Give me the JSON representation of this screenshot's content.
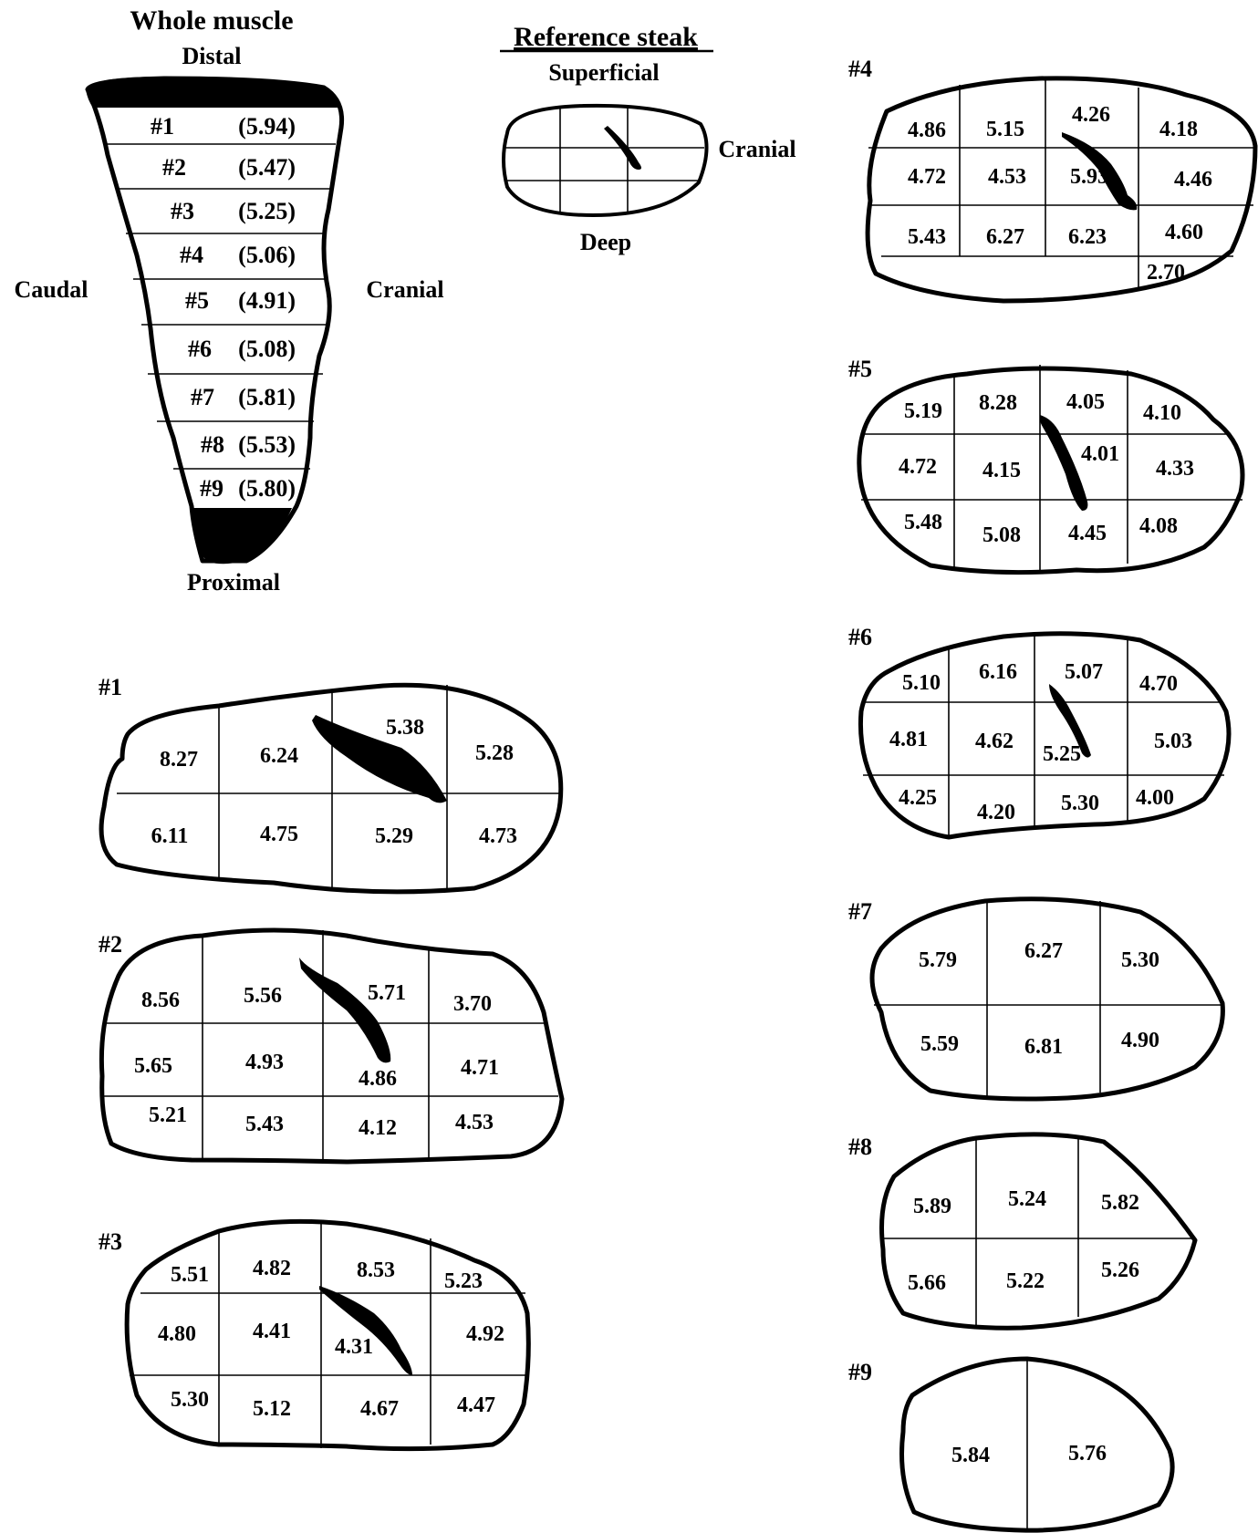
{
  "whole_muscle": {
    "title": "Whole muscle",
    "distal": "Distal",
    "proximal": "Proximal",
    "caudal": "Caudal",
    "cranial": "Cranial",
    "sections": [
      {
        "id": "#1",
        "value": "(5.94)"
      },
      {
        "id": "#2",
        "value": "(5.47)"
      },
      {
        "id": "#3",
        "value": "(5.25)"
      },
      {
        "id": "#4",
        "value": "(5.06)"
      },
      {
        "id": "#5",
        "value": "(4.91)"
      },
      {
        "id": "#6",
        "value": "(5.08)"
      },
      {
        "id": "#7",
        "value": "(5.81)"
      },
      {
        "id": "#8",
        "value": "(5.53)"
      },
      {
        "id": "#9",
        "value": "(5.80)"
      }
    ]
  },
  "reference_steak": {
    "title": "Reference steak",
    "superficial": "Superficial",
    "deep": "Deep",
    "cranial": "Cranial"
  },
  "steaks": [
    {
      "id": "#1",
      "values": [
        "8.27",
        "6.24",
        "5.38",
        "5.28",
        "6.11",
        "4.75",
        "5.29",
        "4.73"
      ]
    },
    {
      "id": "#2",
      "values": [
        "8.56",
        "5.56",
        "5.71",
        "3.70",
        "5.65",
        "4.93",
        "4.86",
        "4.71",
        "5.21",
        "5.43",
        "4.12",
        "4.53"
      ]
    },
    {
      "id": "#3",
      "values": [
        "5.51",
        "4.82",
        "8.53",
        "5.23",
        "4.80",
        "4.41",
        "4.31",
        "4.92",
        "5.30",
        "5.12",
        "4.67",
        "4.47"
      ]
    },
    {
      "id": "#4",
      "values": [
        "4.86",
        "5.15",
        "4.26",
        "4.18",
        "4.72",
        "4.53",
        "5.93",
        "4.46",
        "5.43",
        "6.27",
        "6.23",
        "4.60",
        "2.70"
      ]
    },
    {
      "id": "#5",
      "values": [
        "5.19",
        "8.28",
        "4.05",
        "4.10",
        "4.72",
        "4.15",
        "4.01",
        "4.33",
        "5.48",
        "5.08",
        "4.45",
        "4.08"
      ]
    },
    {
      "id": "#6",
      "values": [
        "5.10",
        "6.16",
        "5.07",
        "4.70",
        "4.81",
        "4.62",
        "5.25",
        "5.03",
        "4.25",
        "4.20",
        "5.30",
        "4.00"
      ]
    },
    {
      "id": "#7",
      "values": [
        "5.79",
        "6.27",
        "5.30",
        "5.59",
        "6.81",
        "4.90"
      ]
    },
    {
      "id": "#8",
      "values": [
        "5.89",
        "5.24",
        "5.82",
        "5.66",
        "5.22",
        "5.26"
      ]
    },
    {
      "id": "#9",
      "values": [
        "5.84",
        "5.76"
      ]
    }
  ]
}
